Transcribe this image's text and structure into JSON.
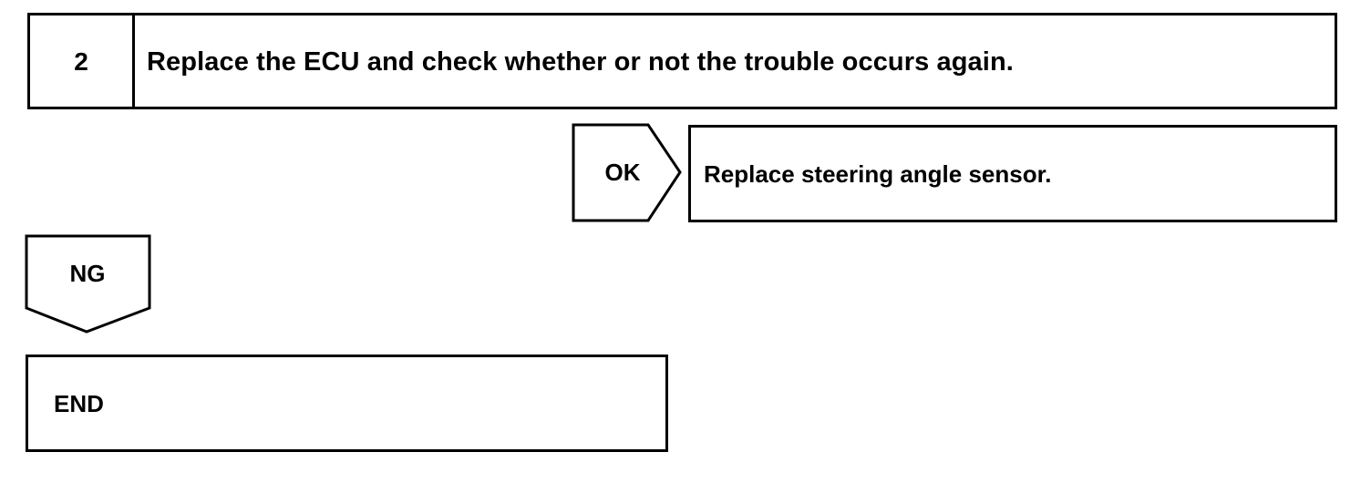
{
  "step": {
    "number": "2",
    "instruction": "Replace the ECU and check whether or not the trouble occurs again."
  },
  "ok_branch": {
    "label": "OK",
    "action": "Replace steering angle sensor."
  },
  "ng_branch": {
    "label": "NG",
    "result": "END"
  }
}
